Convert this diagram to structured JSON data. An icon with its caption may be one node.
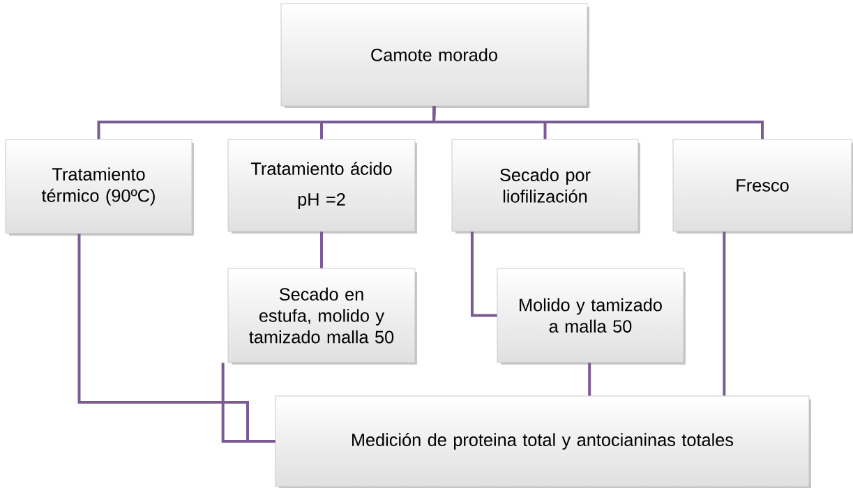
{
  "diagram": {
    "nodes": [
      {
        "text": [
          "Camote morado"
        ]
      },
      {
        "text": [
          "Tratamiento térmico  (90ºC)"
        ]
      },
      {
        "text": [
          "Tratamiento ácido",
          "pH =2"
        ]
      },
      {
        "text": [
          "Secado por liofilización"
        ]
      },
      {
        "text": [
          "Fresco"
        ]
      },
      {
        "text": [
          "Secado en estufa, molido y tamizado malla 50"
        ]
      },
      {
        "text": [
          "Molido y tamizado a malla 50"
        ]
      },
      {
        "text": [
          "Medición  de proteina total y antocianinas totales"
        ]
      }
    ],
    "edges": [
      {
        "from": 0,
        "to": 1,
        "arrow": "none"
      },
      {
        "from": 0,
        "to": 2,
        "arrow": "none"
      },
      {
        "from": 0,
        "to": 3,
        "arrow": "none"
      },
      {
        "from": 0,
        "to": 4,
        "arrow": "none"
      },
      {
        "from": 2,
        "to": 5,
        "arrow": "none"
      },
      {
        "from": 3,
        "to": 6,
        "arrow": "none"
      },
      {
        "from": 1,
        "to": 7,
        "arrow": "none"
      },
      {
        "from": 5,
        "to": 7,
        "arrow": "none"
      },
      {
        "from": 6,
        "to": 7,
        "arrow": "none"
      },
      {
        "from": 4,
        "to": 7,
        "arrow": "none"
      }
    ]
  }
}
